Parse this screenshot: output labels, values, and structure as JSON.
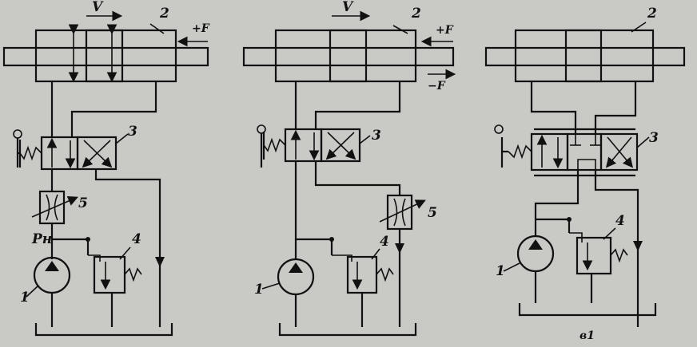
{
  "diagrams": [
    {
      "labels": {
        "velocity": "V",
        "cylinder": "2",
        "force": "+F",
        "valve": "3",
        "throttle": "5",
        "pressure": "Pн",
        "pump": "1",
        "relief": "4"
      }
    },
    {
      "labels": {
        "velocity": "V",
        "cylinder": "2",
        "force_pos": "+F",
        "force_neg": "−F",
        "valve": "3",
        "throttle": "5",
        "pump": "1",
        "relief": "4"
      }
    },
    {
      "labels": {
        "cylinder": "2",
        "valve": "3",
        "pump": "1",
        "relief": "4",
        "caption": "в1"
      }
    }
  ]
}
